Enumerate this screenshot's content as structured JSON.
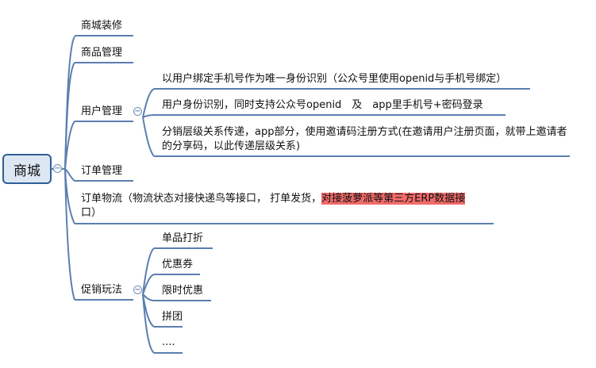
{
  "root": {
    "label": "商城"
  },
  "branches": {
    "decor": "商城装修",
    "products": "商品管理",
    "users": {
      "label": "用户管理",
      "items": [
        "以用户绑定手机号作为唯一身份识别（公众号里使用openid与手机号绑定）",
        "用户身份识别，同时支持公众号openid　及　app里手机号+密码登录",
        "分销层级关系传递，app部分，使用邀请码注册方式(在邀请用户注册页面，就带上邀请者的分享码，以此传递层级关系)"
      ]
    },
    "orders": "订单管理",
    "logistics": {
      "text": "订单物流（物流状态对接快递鸟等接口，  打单发货，",
      "highlight": "对接菠萝派等第三方ERP数据接",
      "text_end": "口）",
      "highlight_color": "#f06a6a"
    },
    "promotions": {
      "label": "促销玩法",
      "items": [
        "单品打折",
        "优惠券",
        "限时优惠",
        "拼团",
        "...."
      ]
    }
  },
  "colors": {
    "line": "#5b7fb0",
    "root_border": "#2f5f97",
    "root_fill": "#dde7f3"
  }
}
